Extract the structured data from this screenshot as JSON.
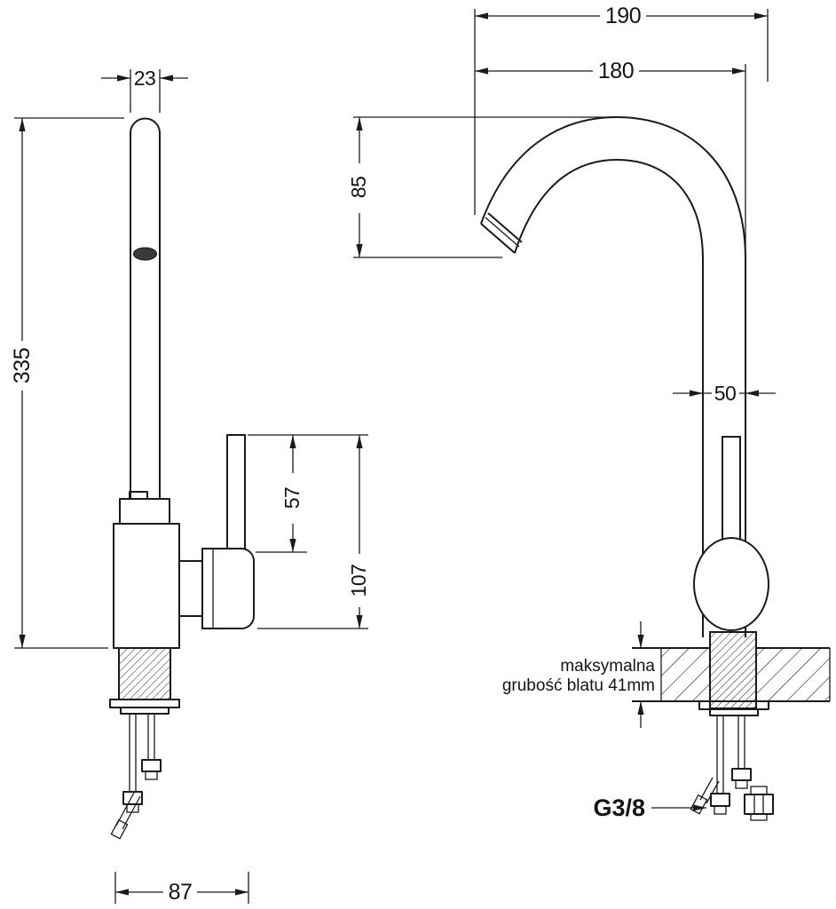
{
  "drawing": {
    "type": "faucet technical drawing, two projections with dimensions (mm)"
  },
  "left_view": {
    "spout_width": "23",
    "total_height": "335",
    "handle_height": "57",
    "body_height": "107",
    "base_width": "87"
  },
  "right_view": {
    "reach_outer": "190",
    "reach_inner": "180",
    "spout_drop": "85",
    "body_width": "50",
    "counter_note_line1": "maksymalna",
    "counter_note_line2": "grubość blatu 41mm",
    "thread_size": "G3/8"
  },
  "colors": {
    "line": "#1a1a1a",
    "background": "#ffffff"
  }
}
